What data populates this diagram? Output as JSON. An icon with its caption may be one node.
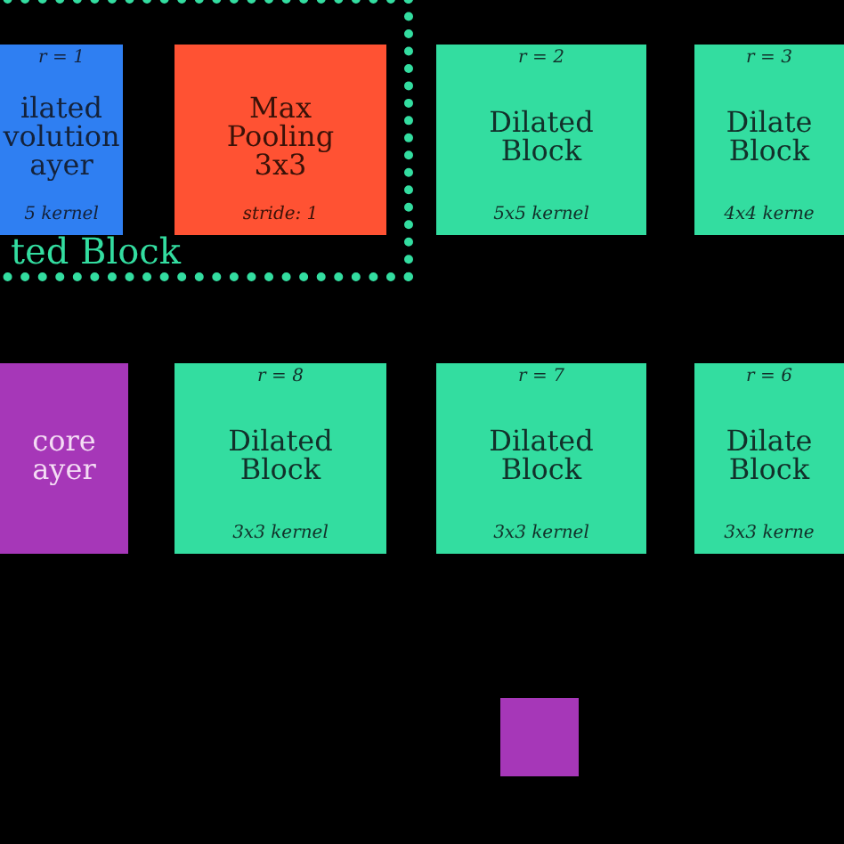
{
  "diagram": {
    "nodes": [
      {
        "text": [
          "ted Block"
        ]
      },
      {
        "text": [
          "r = 1",
          "ilated volution ayer",
          "5 kernel"
        ],
        "in": 0
      },
      {
        "text": [
          "Max Pooling 3x3",
          "stride: 1"
        ],
        "in": 0
      },
      {
        "text": [
          "r = 2",
          "Dilated Block",
          "5x5 kernel"
        ]
      },
      {
        "text": [
          "r = 3",
          "Dilate Block",
          "4x4 kerne"
        ]
      },
      {
        "text": [
          "core ayer"
        ]
      },
      {
        "text": [
          "r = 8",
          "Dilated Block",
          "3x3 kernel"
        ]
      },
      {
        "text": [
          "r = 7",
          "Dilated Block",
          "3x3 kernel"
        ]
      },
      {
        "text": [
          "r = 6",
          "Dilate Block",
          "3x3 kerne"
        ]
      },
      {
        "text": [],
        "shape": "box"
      }
    ]
  }
}
